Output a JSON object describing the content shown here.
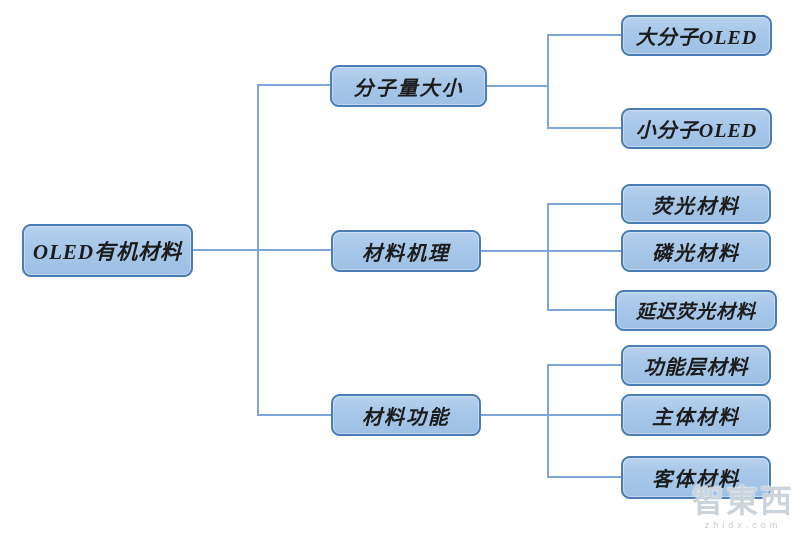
{
  "diagram": {
    "root": {
      "label": "OLED有机材料"
    },
    "branches": [
      {
        "label": "分子量大小",
        "children": [
          {
            "label": "大分子OLED"
          },
          {
            "label": "小分子OLED"
          }
        ]
      },
      {
        "label": "材料机理",
        "children": [
          {
            "label": "荧光材料"
          },
          {
            "label": "磷光材料"
          },
          {
            "label": "延迟荧光材料"
          }
        ]
      },
      {
        "label": "材料功能",
        "children": [
          {
            "label": "功能层材料"
          },
          {
            "label": "主体材料"
          },
          {
            "label": "客体材料"
          }
        ]
      }
    ]
  },
  "watermark": {
    "logo": "智東西",
    "url": "zhidx.com"
  },
  "colors": {
    "node_fill": "#a6c7e9",
    "node_border": "#4a7cb5",
    "connector": "#7da7d9",
    "background": "#ffffff"
  }
}
